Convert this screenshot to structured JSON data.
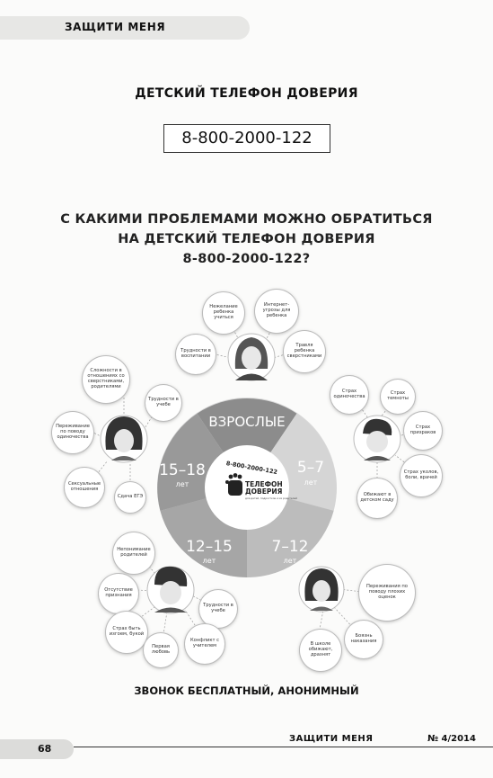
{
  "header": {
    "section": "ЗАЩИТИ МЕНЯ"
  },
  "title": "ДЕТСКИЙ ТЕЛЕФОН ДОВЕРИЯ",
  "phone": "8-800-2000-122",
  "question": {
    "line1": "С КАКИМИ ПРОБЛЕМАМИ МОЖНО ОБРАТИТЬСЯ",
    "line2": "НА ДЕТСКИЙ ТЕЛЕФОН ДОВЕРИЯ",
    "line3": "8-800-2000-122?"
  },
  "wheel": {
    "segments": {
      "adults": "ВЗРОСЛЫЕ",
      "s5_7": "5–7",
      "s7_12": "7–12",
      "s12_15": "12–15",
      "s15_18": "15–18",
      "years": "лет"
    },
    "logo": {
      "number": "8-800-2000-122",
      "line1": "ТЕЛЕФОН",
      "line2": "ДОВЕРИЯ",
      "line3": "для детей, подростков и их родителей"
    },
    "colors": {
      "adults": "#8a8a8a",
      "s5_7": "#d4d4d4",
      "s7_12": "#bdbdbd",
      "s12_15": "#a5a5a5",
      "s15_18": "#9b9b9b",
      "ring": "#d9d9d9"
    }
  },
  "bubbles": {
    "adults": [
      "Нежелание ребенка учиться",
      "Интернет-угрозы для ребенка",
      "Трудности в воспитании",
      "Травля ребенка сверстниками"
    ],
    "teen15_18": [
      "Сложности в отношениях со сверстниками, родителями",
      "Трудности в учебе",
      "Переживание по поводу одиночества",
      "Сексуальные отношения",
      "Сдача ЕГЭ"
    ],
    "kids5_7": [
      "Страх одиночества",
      "Страх темноты",
      "Страх призраков",
      "Страх уколов, боли, врачей",
      "Обижают в детском саду"
    ],
    "kids7_12": [
      "Переживания по поводу плохих оценок",
      "Боязнь наказания",
      "В школе обижают, дразнят"
    ],
    "teen12_15": [
      "Непонимание родителей",
      "Отсутствие признания",
      "Трудности в учебе",
      "Страх быть изгоем, букой",
      "Первая любовь",
      "Конфликт с учителем"
    ]
  },
  "free": "ЗВОНОК БЕСПЛАТНЫЙ, АНОНИМНЫЙ",
  "footer": {
    "page": "68",
    "magazine": "ЗАЩИТИ МЕНЯ",
    "issue": "№ 4/2014"
  }
}
